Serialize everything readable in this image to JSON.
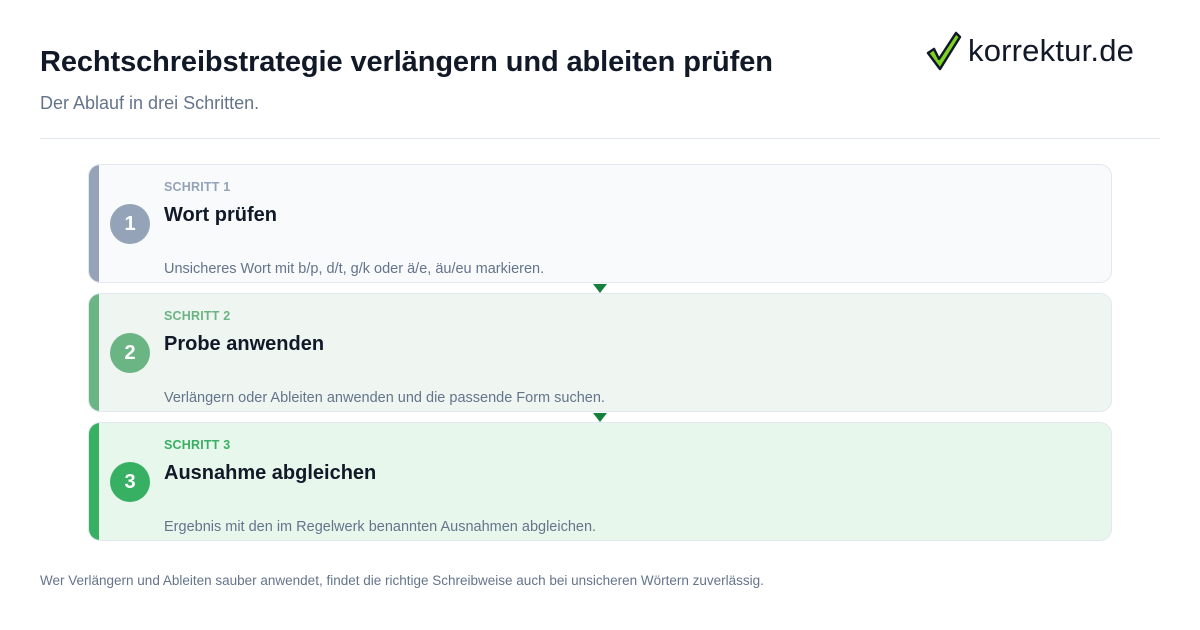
{
  "header": {
    "title": "Rechtschreibstrategie verlängern und ableiten prüfen",
    "subtitle": "Der Ablauf in drei Schritten."
  },
  "logo": {
    "text": "korrektur.de",
    "icon": "checkmark-icon",
    "check_color": "#7ed321"
  },
  "steps": [
    {
      "number": "1",
      "kicker": "SCHRITT 1",
      "title": "Wort prüfen",
      "description": "Unsicheres Wort mit b/p, d/t, g/k oder ä/e, äu/eu markieren.",
      "accent": "#94a3b8"
    },
    {
      "number": "2",
      "kicker": "SCHRITT 2",
      "title": "Probe anwenden",
      "description": "Verlängern oder Ableiten anwenden und die passende Form suchen.",
      "accent": "#6bb584"
    },
    {
      "number": "3",
      "kicker": "SCHRITT 3",
      "title": "Ausnahme abgleichen",
      "description": "Ergebnis mit den im Regelwerk benannten Ausnahmen abgleichen.",
      "accent": "#38b063"
    }
  ],
  "arrow_color": "#15803d",
  "footer": {
    "text": "Wer Verlängern und Ableiten sauber anwendet, findet die richtige Schreibweise auch bei unsicheren Wörtern zuverlässig."
  }
}
